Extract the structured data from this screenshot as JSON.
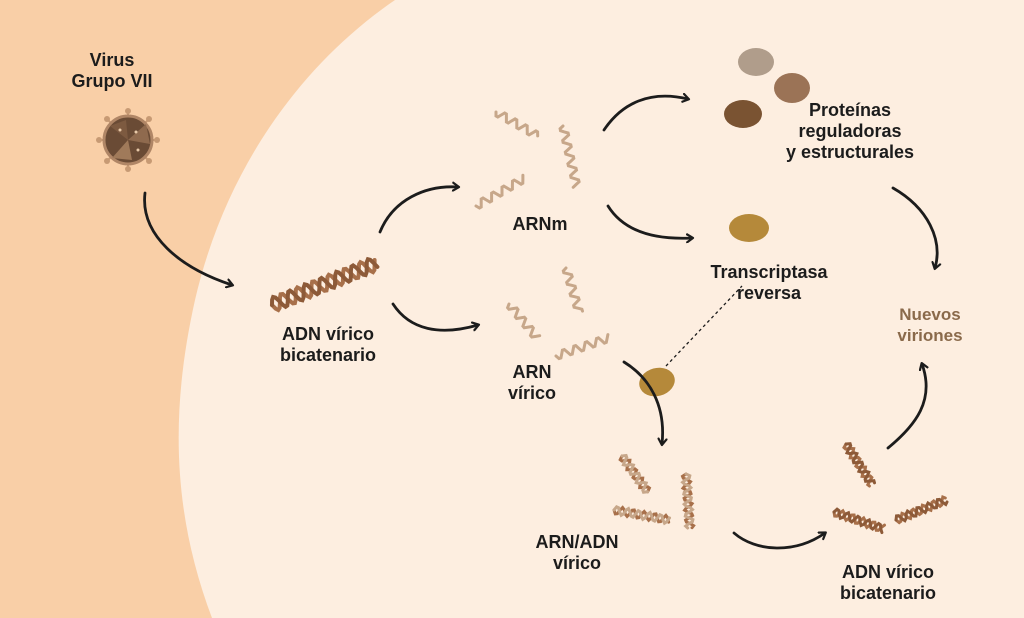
{
  "labels": {
    "virus": [
      "Virus",
      "Grupo VII"
    ],
    "adn_top": [
      "ADN vírico",
      "bicatenario"
    ],
    "arnm": [
      "ARNm"
    ],
    "proteinas": [
      "Proteínas",
      "reguladoras",
      "y estructurales"
    ],
    "transcriptasa": [
      "Transcriptasa",
      "reversa"
    ],
    "arn": [
      "ARN",
      "vírico"
    ],
    "nuevos": [
      "Nuevos",
      "viriones"
    ],
    "arn_adn": [
      "ARN/ADN",
      "vírico"
    ],
    "adn_bottom": [
      "ADN vírico",
      "bicatenario"
    ]
  },
  "colors": {
    "cell_outer": "#f9cfa7",
    "cell_inner": "#fdeee0",
    "dna": "#a8704a",
    "rna": "#c7a78a",
    "enzyme": "#b5893a",
    "protein_1": "#b09d8b",
    "protein_2": "#9b7356",
    "protein_3": "#7a5332",
    "virus_core": "#6a4b35",
    "text": "#1c1c1c",
    "nuevos_text": "#8a6a4b"
  }
}
